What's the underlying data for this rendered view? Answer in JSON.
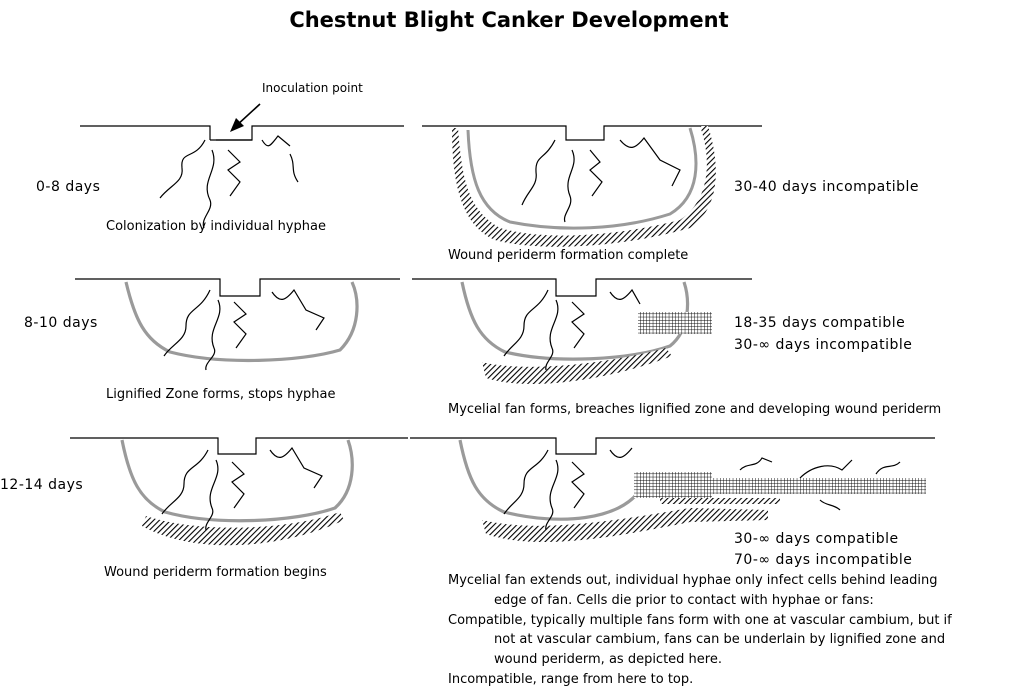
{
  "title": "Chestnut Blight Canker Development",
  "inoculation_label": "Inoculation point",
  "panels": [
    {
      "days": "0-8 days",
      "caption": "Colonization by individual hyphae"
    },
    {
      "days": "30-40 days incompatible",
      "caption": "Wound periderm formation complete"
    },
    {
      "days": "8-10 days",
      "caption": "Lignified Zone forms, stops hyphae"
    },
    {
      "days_lines": [
        "18-35 days compatible",
        "30-∞  days incompatible"
      ],
      "caption": "Mycelial fan forms, breaches lignified zone and developing wound periderm"
    },
    {
      "days": "12-14 days",
      "caption": "Wound periderm formation begins"
    },
    {
      "days_lines": [
        "30-∞ days compatible",
        "70-∞ days incompatible"
      ]
    }
  ],
  "notes": [
    "Mycelial fan extends out, individual hyphae only infect cells behind leading",
    "edge of fan.  Cells die prior to contact with hyphae or fans:",
    "Compatible, typically multiple fans form with one at vascular cambium, but if",
    "not at vascular cambium, fans can be underlain by lignified zone and",
    "wound periderm, as depicted here.",
    "Incompatible, range from here to top."
  ],
  "colors": {
    "ink": "#000000",
    "lignified_zone": "#9a9a9a",
    "periderm": "#3a3a3a"
  }
}
